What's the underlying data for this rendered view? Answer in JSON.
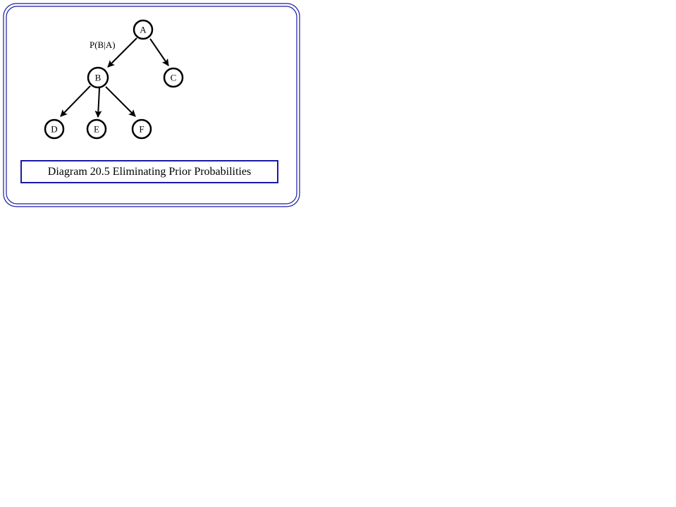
{
  "colors": {
    "frame_border": "#1a1aa6",
    "caption_border": "#1a1aa6",
    "node_stroke": "#000000",
    "edge_stroke": "#000000"
  },
  "nodes": {
    "a": "A",
    "b": "B",
    "c": "C",
    "d": "D",
    "e": "E",
    "f": "F"
  },
  "edges": {
    "a_b_label": "P(B|A)"
  },
  "caption": "Diagram 20.5 Eliminating Prior Probabilities"
}
